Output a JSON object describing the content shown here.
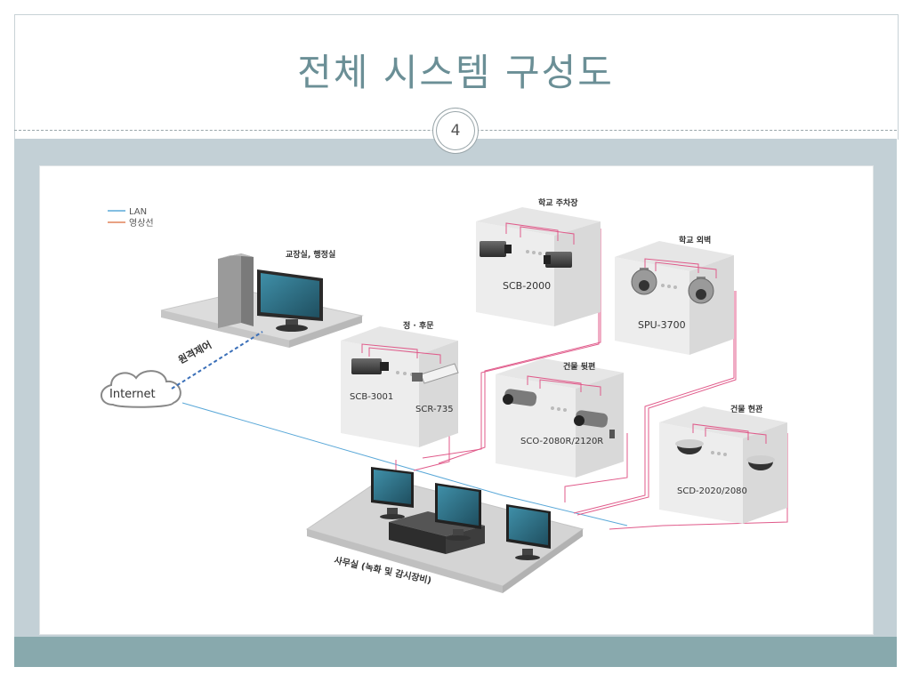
{
  "slide": {
    "title": "전체 시스템 구성도",
    "number": "4"
  },
  "legend": {
    "lan": "LAN",
    "video": "영상선"
  },
  "colors": {
    "lan": "#5aa8d8",
    "video": "#e05a8a",
    "title": "#6b8f96"
  },
  "nodes": {
    "principal_office": "교장실, 행정실",
    "remote_control": "원격제어",
    "internet": "Internet",
    "front_back_gate": "정 · 후문",
    "gate_cam_1": "SCB-3001",
    "gate_cam_2": "SCR-735",
    "parking": "학교 주차장",
    "parking_cam": "SCB-2000",
    "outer_wall": "학교 외벽",
    "outer_wall_cam": "SPU-3700",
    "building_back": "건물 뒷편",
    "building_back_cam": "SCO-2080R/2120R",
    "building_entrance": "건물 현관",
    "building_entrance_cam": "SCD-2020/2080",
    "office": "사무실 (녹화 및 감시장비)"
  }
}
